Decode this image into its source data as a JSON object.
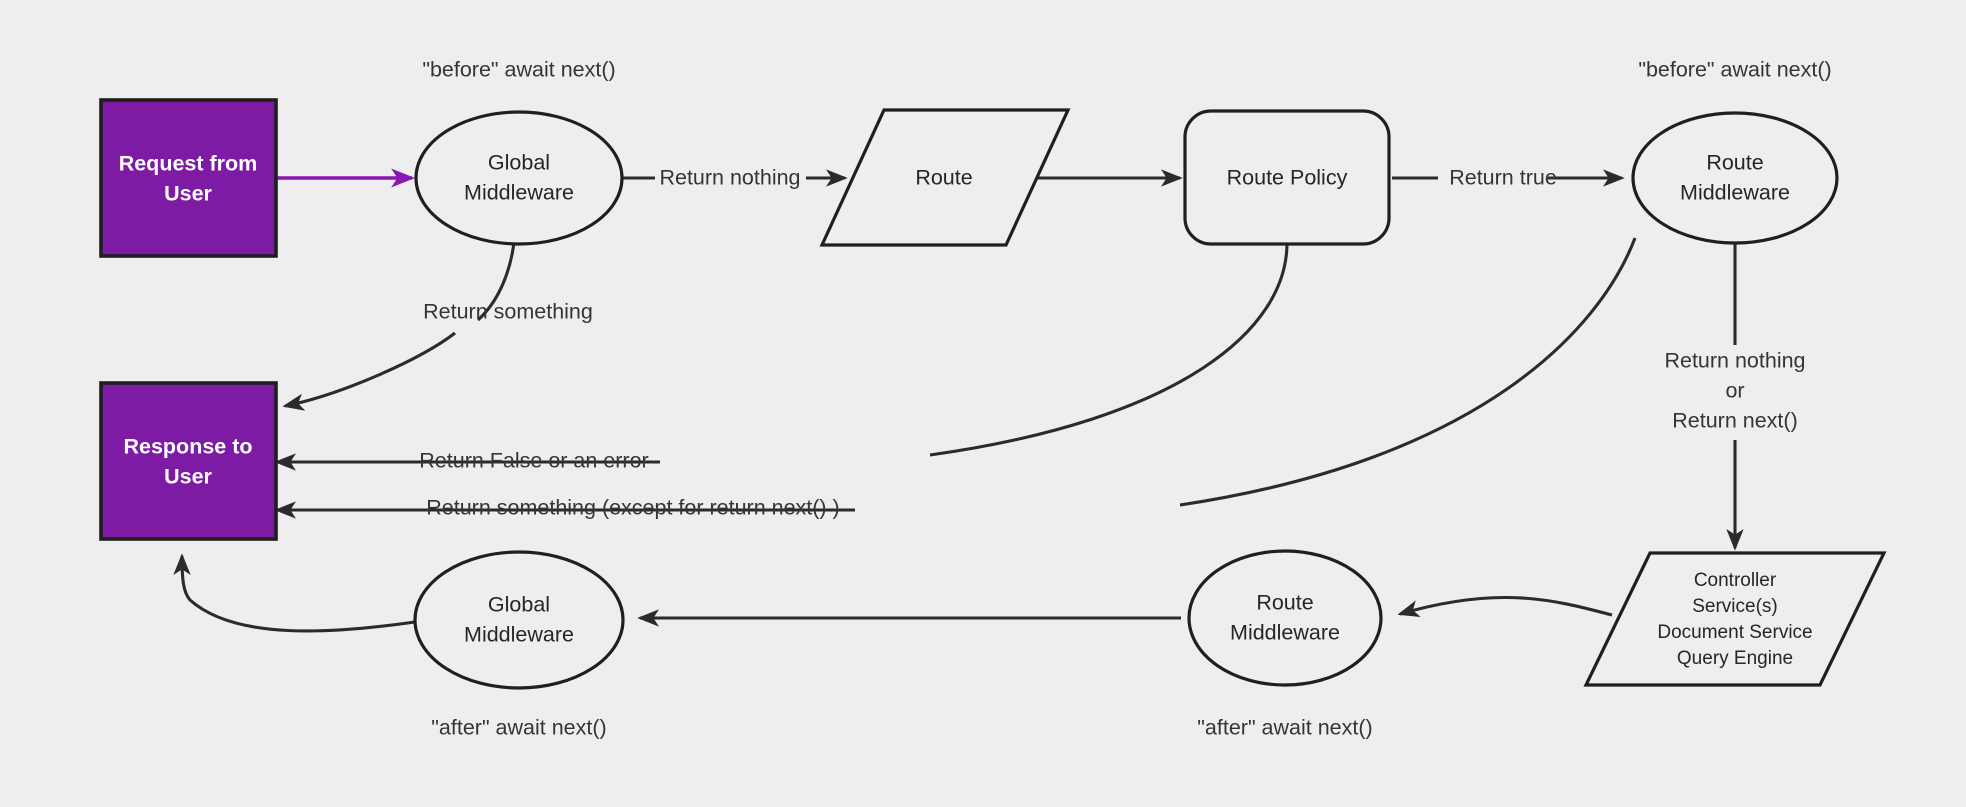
{
  "diagram": {
    "title": "Request lifecycle middleware flow",
    "background_color": "#eeeeee",
    "accent_color": "#7e1ba5",
    "stroke_color": "#2b2b2b",
    "nodes": {
      "request": {
        "line1": "Request from",
        "line2": "User",
        "shape": "rectangle"
      },
      "response": {
        "line1": "Response to",
        "line2": "User",
        "shape": "rectangle"
      },
      "global_mw_before": {
        "line1": "Global",
        "line2": "Middleware",
        "shape": "ellipse"
      },
      "route": {
        "line1": "Route",
        "shape": "parallelogram"
      },
      "route_policy": {
        "line1": "Route Policy",
        "shape": "rounded-rectangle"
      },
      "route_mw_before": {
        "line1": "Route",
        "line2": "Middleware",
        "shape": "ellipse"
      },
      "controller": {
        "line1": "Controller",
        "line2": "Service(s)",
        "line3": "Document Service",
        "line4": "Query Engine",
        "shape": "parallelogram"
      },
      "route_mw_after": {
        "line1": "Route",
        "line2": "Middleware",
        "shape": "ellipse"
      },
      "global_mw_after": {
        "line1": "Global",
        "line2": "Middleware",
        "shape": "ellipse"
      }
    },
    "annotations": {
      "before_global": "\"before\" await next()",
      "before_route_mw": "\"before\" await next()",
      "after_global": "\"after\" await next()",
      "after_route_mw": "\"after\" await next()"
    },
    "edge_labels": {
      "return_nothing": "Return nothing",
      "return_true": "Return true",
      "return_something": "Return something",
      "return_false_or_error": "Return False or an error",
      "return_something_except": "Return something (except for return next() )",
      "return_nothing_or_next_1": "Return nothing",
      "return_nothing_or_next_2": "or",
      "return_nothing_or_next_3": "Return next()"
    }
  }
}
